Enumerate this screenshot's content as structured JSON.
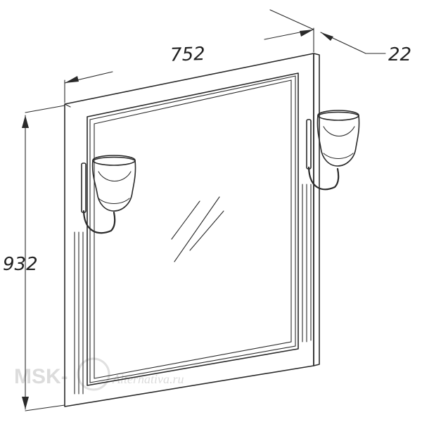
{
  "dimensions": {
    "width_label": "752",
    "height_label": "932",
    "depth_label": "22"
  },
  "watermark": {
    "brand": "MSK-",
    "tagline": "Alternativa.ru"
  },
  "colors": {
    "line": "#2a2a2a",
    "watermark": "#dcdcdc",
    "background": "#ffffff"
  }
}
